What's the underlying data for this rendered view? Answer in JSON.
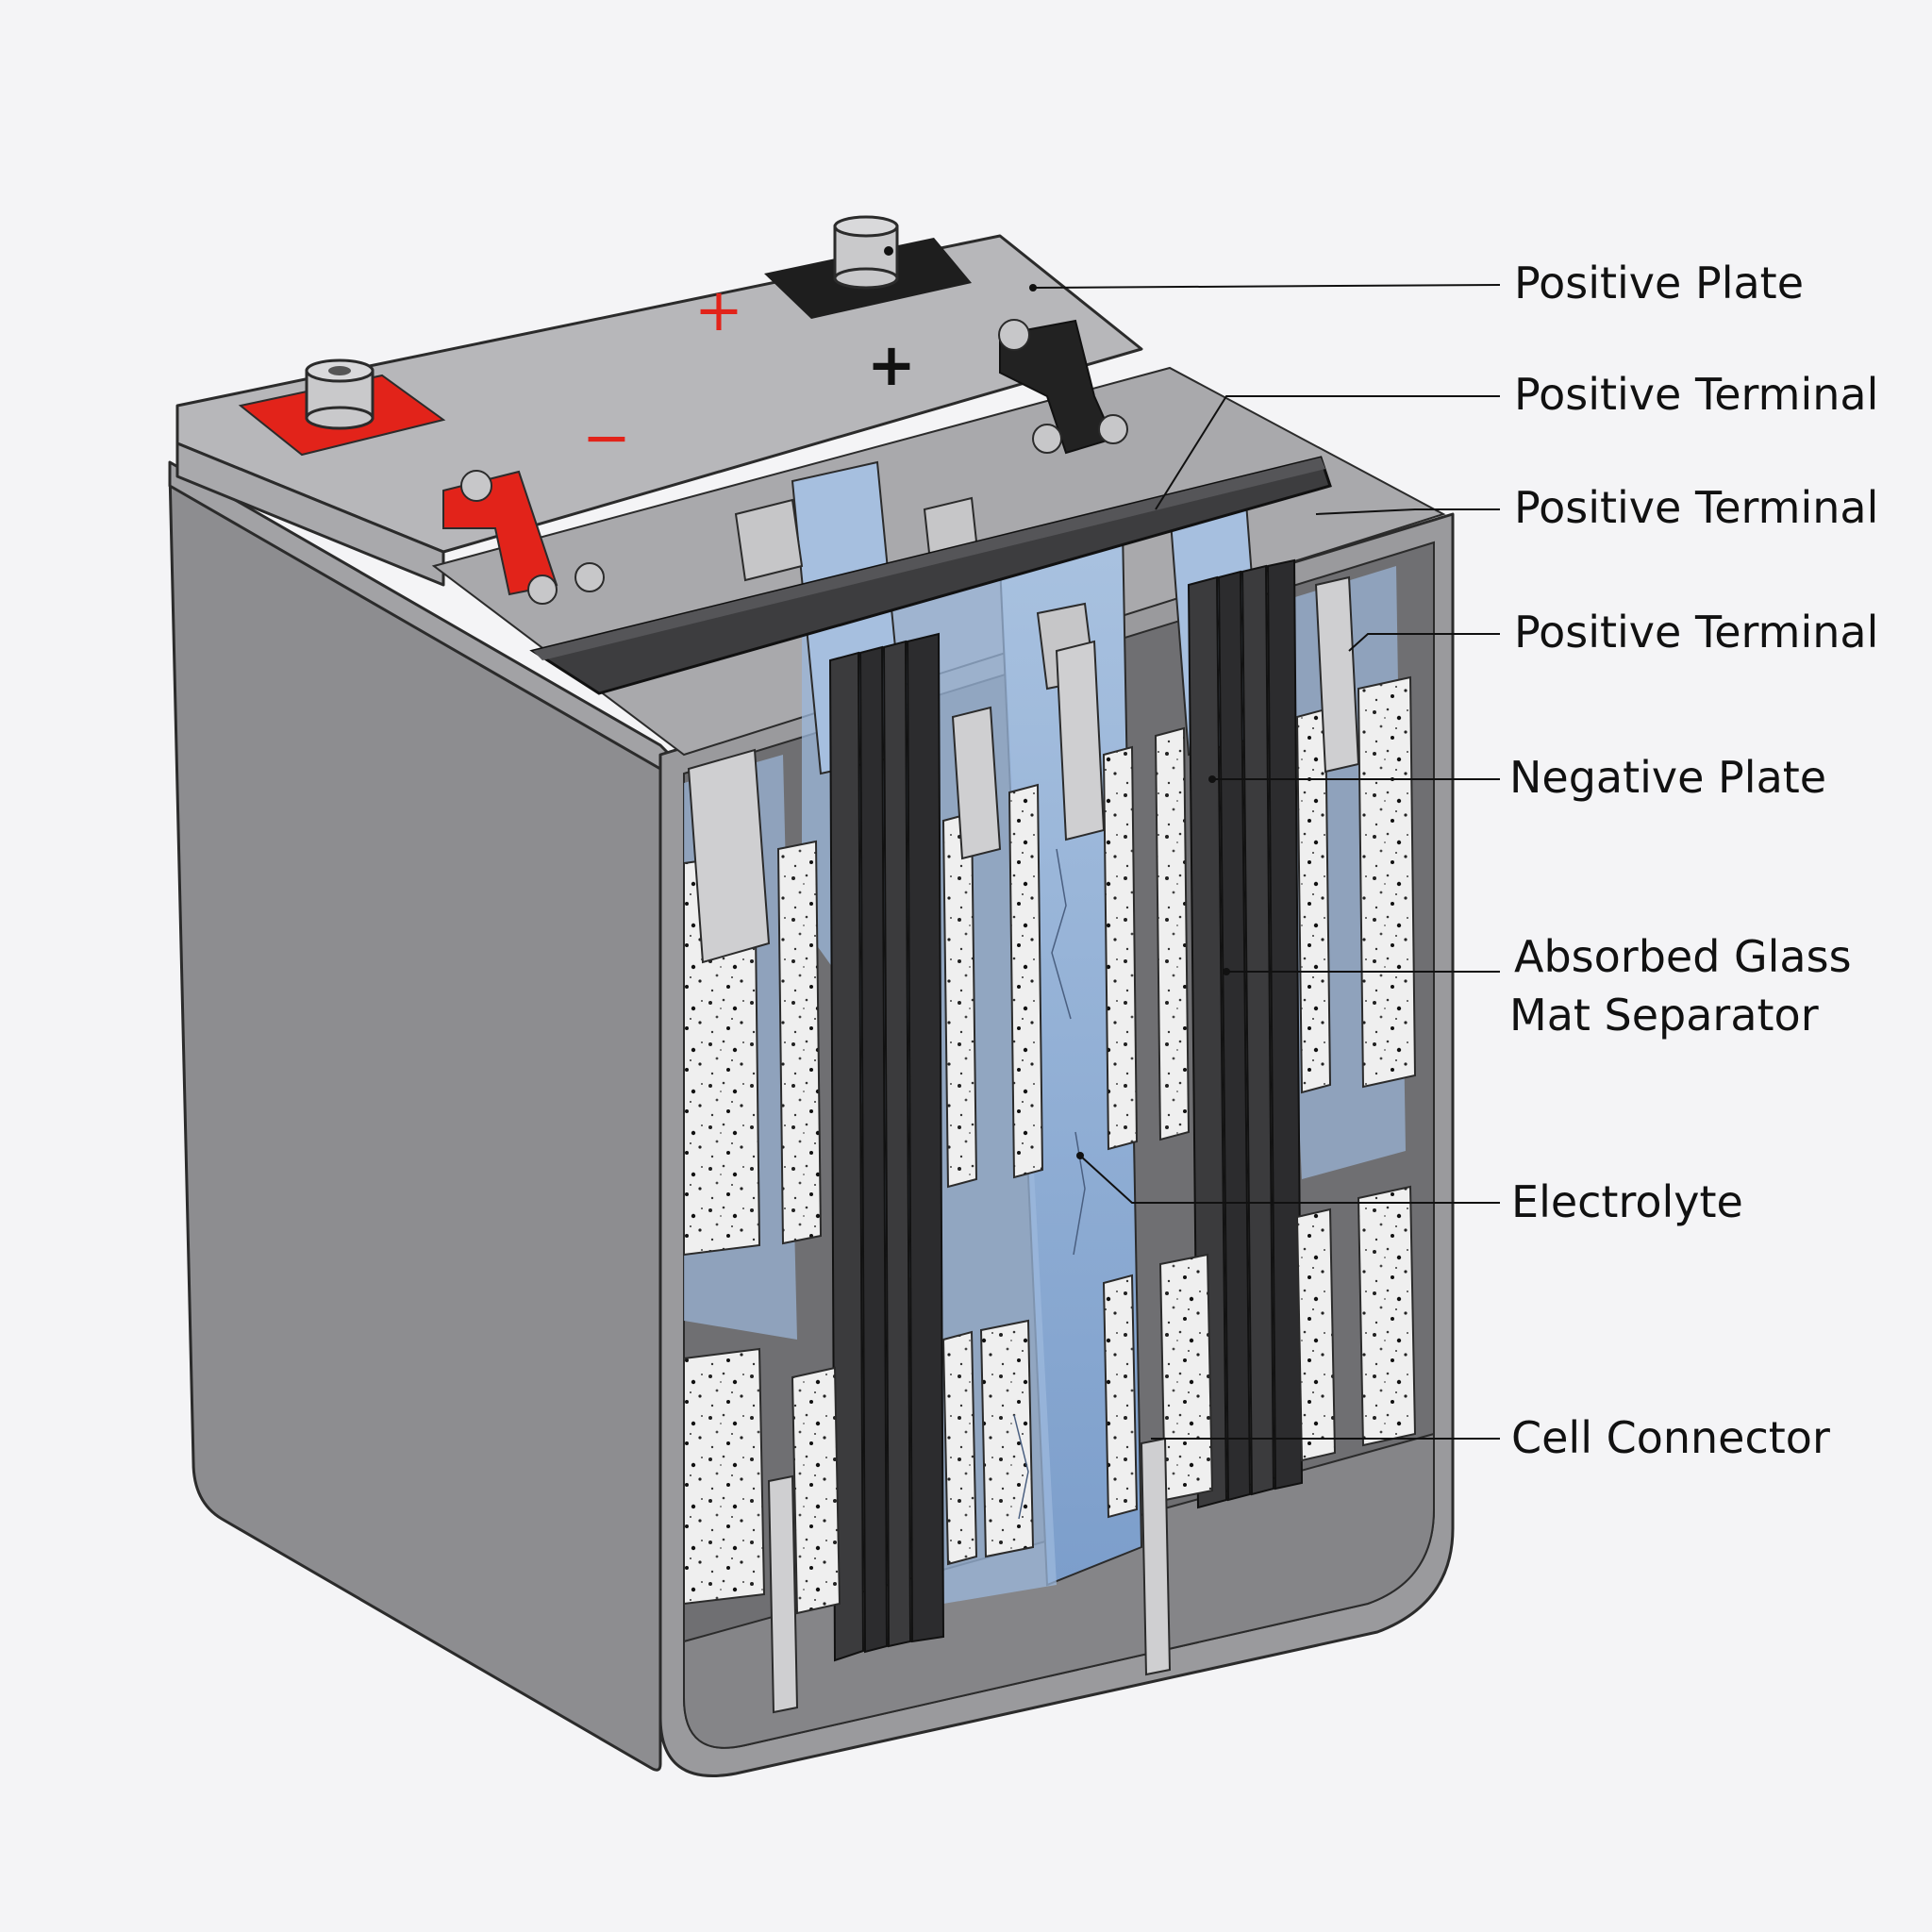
{
  "diagram": {
    "labels": [
      {
        "id": "positive-plate",
        "text": "Positive Plate"
      },
      {
        "id": "positive-terminal-1",
        "text": "Positive Terminal"
      },
      {
        "id": "positive-terminal-2",
        "text": "Positive Terminal"
      },
      {
        "id": "positive-terminal-3",
        "text": "Positive Terminal"
      },
      {
        "id": "negative-plate",
        "text": "Negative Plate"
      },
      {
        "id": "agm-separator",
        "lines": [
          "Absorbed Glass",
          "Mat Separator"
        ]
      },
      {
        "id": "electrolyte",
        "text": "Electrolyte"
      },
      {
        "id": "cell-connector",
        "text": "Cell Connector"
      }
    ],
    "lid_marks": {
      "plus_red": "+",
      "minus_red": "−",
      "plus_black": "+"
    },
    "colors": {
      "background": "#f4f4f6",
      "case": "#8e8e91",
      "case_dark": "#6f6f73",
      "lid": "#b3b3b6",
      "red_terminal": "#e2231a",
      "black_terminal": "#222222",
      "separator_blue": "#8fafd3",
      "electrolyte_blue": "#7d9fcd",
      "plate_light": "#ececec",
      "plate_dark": "#3a3a3a"
    }
  }
}
